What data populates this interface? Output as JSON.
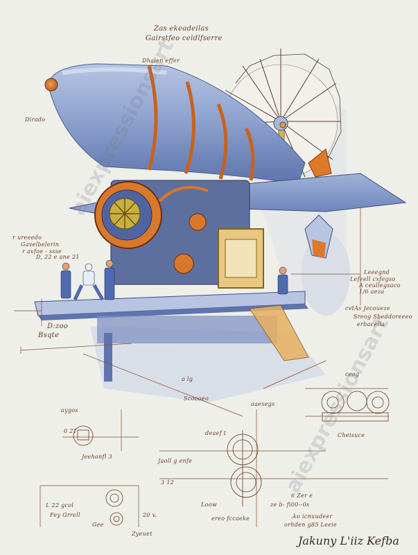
{
  "image": {
    "subject": "steampunk airship engineering sketch",
    "style": "ink and watercolor technical drawing",
    "palette": {
      "paper": "#eeefe9",
      "hull_blue": "#8fa3cf",
      "hull_shadow": "#5d74ad",
      "copper": "#d9782b",
      "brass": "#c8a040",
      "ink": "#6b3a24",
      "shadow_wash": "#c9d1e6"
    }
  },
  "watermark": {
    "text_1": "aiexpressionsart",
    "text_2": "aiexpressionsart"
  },
  "annotations": {
    "title_line_1": "Zas ekeadeilas",
    "title_line_2": "Gairstfeo celdlfserre",
    "top_label": "Dhalen effer",
    "left_nose_label": "Dirado",
    "left_block_1": "r ureeedo",
    "left_block_2": "Gavelbelerin",
    "left_block_3": "r avfoe - ssse",
    "left_block_4": "D, 22 e ane 21",
    "left_low_1": "D:zoo",
    "left_low_2": "Bsqte",
    "right_block_1": "Leeegnd",
    "right_block_2": "Lefeell cxfegso",
    "right_block_3": "A ceullegsaco",
    "right_block_4": "1/6 aeza",
    "right_block_5": "cvtAs Jecoueze",
    "right_block_6": "Sreog Sbeddoreeeo",
    "right_block_7": "erbacella",
    "mid_label_1": "a lg",
    "mid_label_2": "Scoooeo",
    "mid_label_3": "aaesegs",
    "gearbox_top": "ceog",
    "gearbox_caption": "Cheisuce",
    "detail_left_1": "aygos",
    "detail_left_2": "0 21",
    "detail_left_3": "Jeehonfl 3",
    "detail_center_1": "deaef t",
    "detail_center_2": "Jaoll g enfe",
    "detail_center_3": "3 12",
    "detail_center_4": "Loow",
    "detail_center_5": "6 Zer e",
    "detail_center_6": "ze b- fi00--0s",
    "detail_center_7": "ereo fccaeke",
    "bottom_left_1": "L 22 gcol",
    "bottom_left_2": "Fey Grrell",
    "bottom_left_3": "Gee",
    "bottom_left_4": "20 v.",
    "bottom_left_5": "Zyeuet",
    "bottom_right_1": ".ko icnuudeer",
    "bottom_right_2": "orhden g85 Leeie",
    "signature": "Jakuny L'iiz Kefba"
  }
}
